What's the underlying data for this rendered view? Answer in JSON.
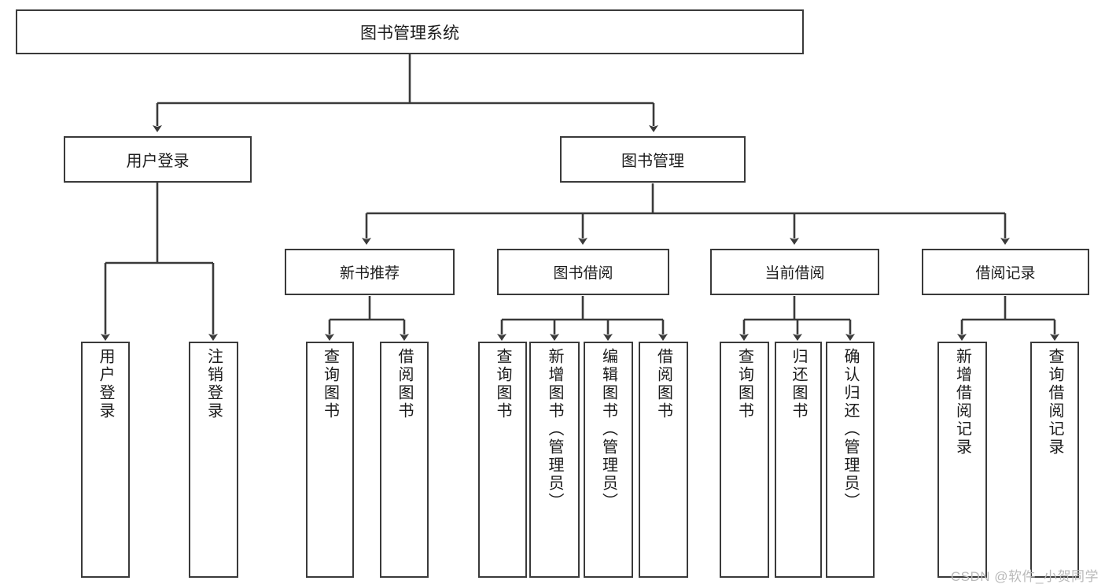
{
  "diagram": {
    "title": "图书管理系统",
    "type": "hierarchy-tree",
    "watermark": "CSDN @软件_小贺同学",
    "colors": {
      "stroke": "#3a3a3a",
      "fill": "#ffffff",
      "text": "#1b1b1b",
      "watermark": "#b9b9b9"
    },
    "root": {
      "label": "图书管理系统"
    },
    "level1": [
      {
        "label": "用户登录"
      },
      {
        "label": "图书管理"
      }
    ],
    "level2": [
      {
        "label": "新书推荐"
      },
      {
        "label": "图书借阅"
      },
      {
        "label": "当前借阅"
      },
      {
        "label": "借阅记录"
      }
    ],
    "leaves": {
      "user_login": [
        {
          "label": "用户登录"
        },
        {
          "label": "注销登录"
        }
      ],
      "new_book_recommend": [
        {
          "label": "查询图书"
        },
        {
          "label": "借阅图书"
        }
      ],
      "book_borrow": [
        {
          "label": "查询图书"
        },
        {
          "label": "新增图书（管理员）"
        },
        {
          "label": "编辑图书（管理员）"
        },
        {
          "label": "借阅图书"
        }
      ],
      "current_borrow": [
        {
          "label": "查询图书"
        },
        {
          "label": "归还图书"
        },
        {
          "label": "确认归还（管理员）"
        }
      ],
      "borrow_record": [
        {
          "label": "新增借阅记录"
        },
        {
          "label": "查询借阅记录"
        }
      ]
    }
  }
}
